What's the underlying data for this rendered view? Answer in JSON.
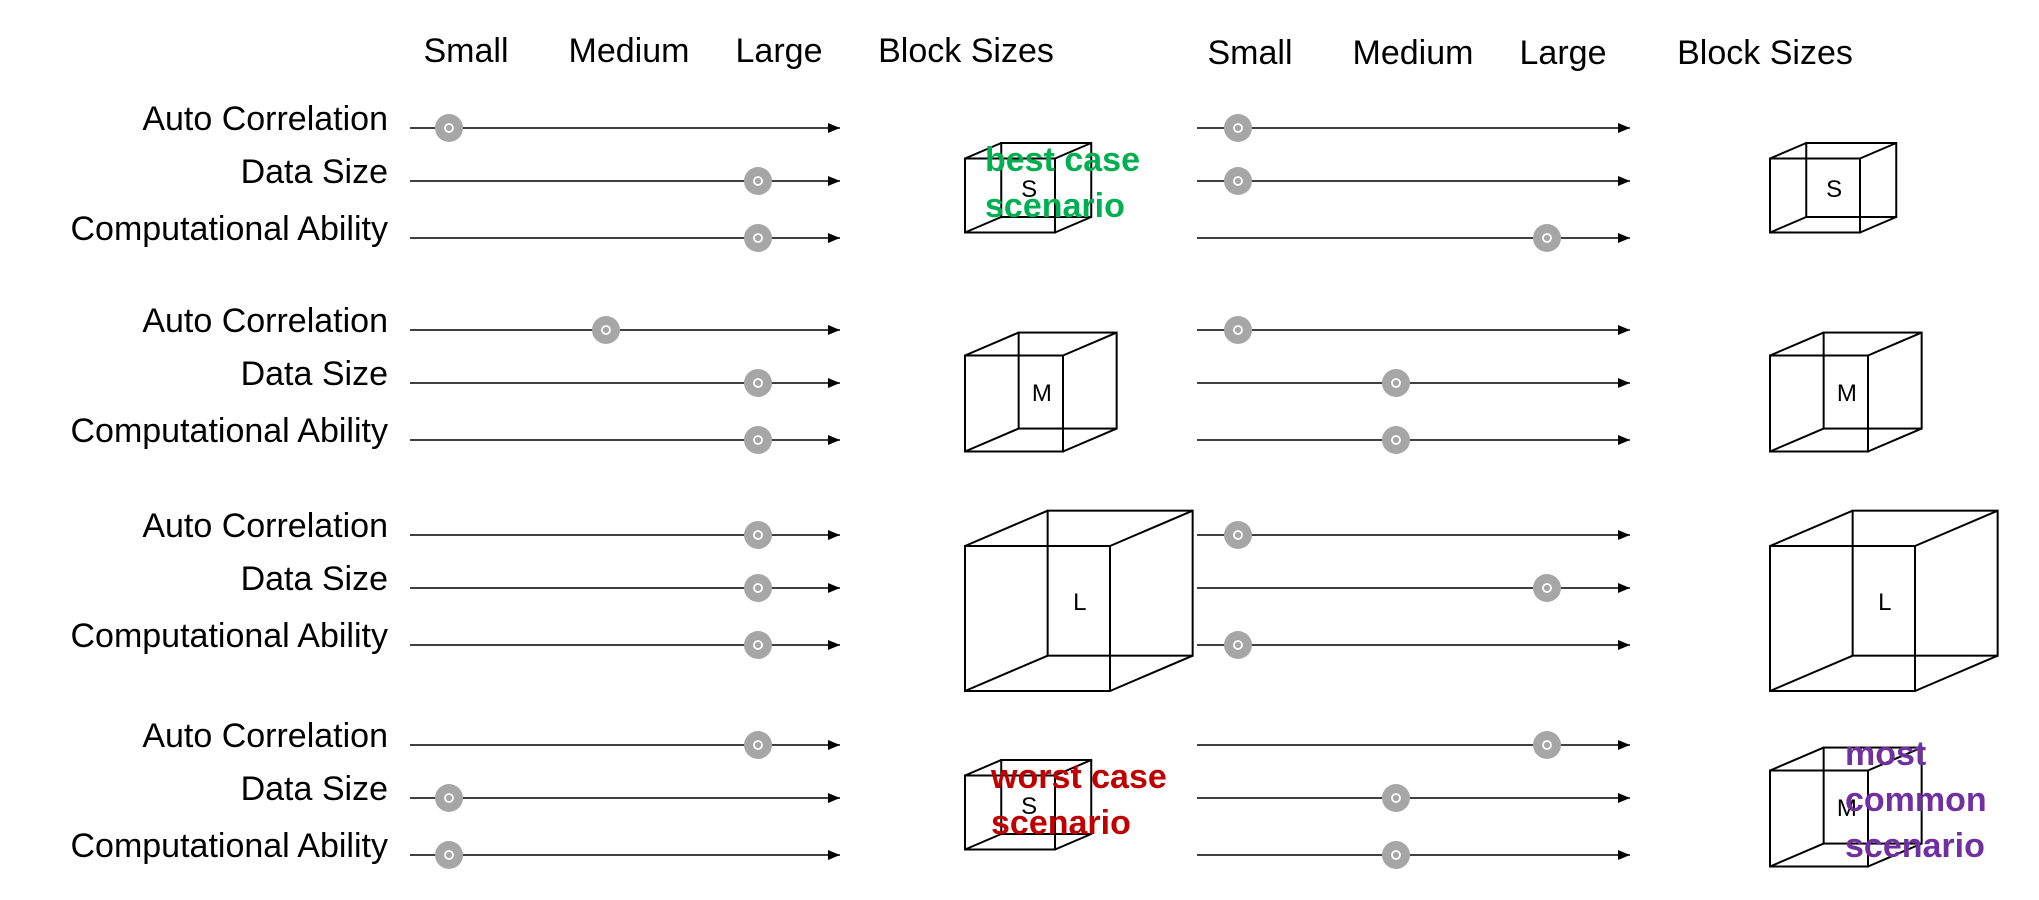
{
  "headers": {
    "small": "Small",
    "medium": "Medium",
    "large": "Large",
    "block_sizes": "Block Sizes"
  },
  "factor_labels": [
    "Auto Correlation",
    "Data Size",
    "Computational Ability"
  ],
  "colors": {
    "best": "#00b050",
    "worst": "#c00000",
    "common": "#7030a0",
    "knob": "#a6a6a6"
  },
  "scenarios": [
    {
      "panel": "left",
      "row": 0,
      "levels": [
        "small",
        "large",
        "large"
      ],
      "block": "S",
      "note": [
        "best case",
        "scenario"
      ],
      "note_color": "best"
    },
    {
      "panel": "left",
      "row": 1,
      "levels": [
        "medium",
        "large",
        "large"
      ],
      "block": "M"
    },
    {
      "panel": "left",
      "row": 2,
      "levels": [
        "large",
        "large",
        "large"
      ],
      "block": "L"
    },
    {
      "panel": "left",
      "row": 3,
      "levels": [
        "large",
        "small",
        "small"
      ],
      "block": "S",
      "note": [
        "worst case",
        "scenario"
      ],
      "note_color": "worst"
    },
    {
      "panel": "right",
      "row": 0,
      "levels": [
        "small",
        "small",
        "large"
      ],
      "block": "S"
    },
    {
      "panel": "right",
      "row": 1,
      "levels": [
        "small",
        "medium",
        "medium"
      ],
      "block": "M"
    },
    {
      "panel": "right",
      "row": 2,
      "levels": [
        "small",
        "large",
        "small"
      ],
      "block": "L"
    },
    {
      "panel": "right",
      "row": 3,
      "levels": [
        "large",
        "medium",
        "medium"
      ],
      "block": "M",
      "note": [
        "most",
        "common",
        "scenario"
      ],
      "note_color": "common"
    }
  ]
}
